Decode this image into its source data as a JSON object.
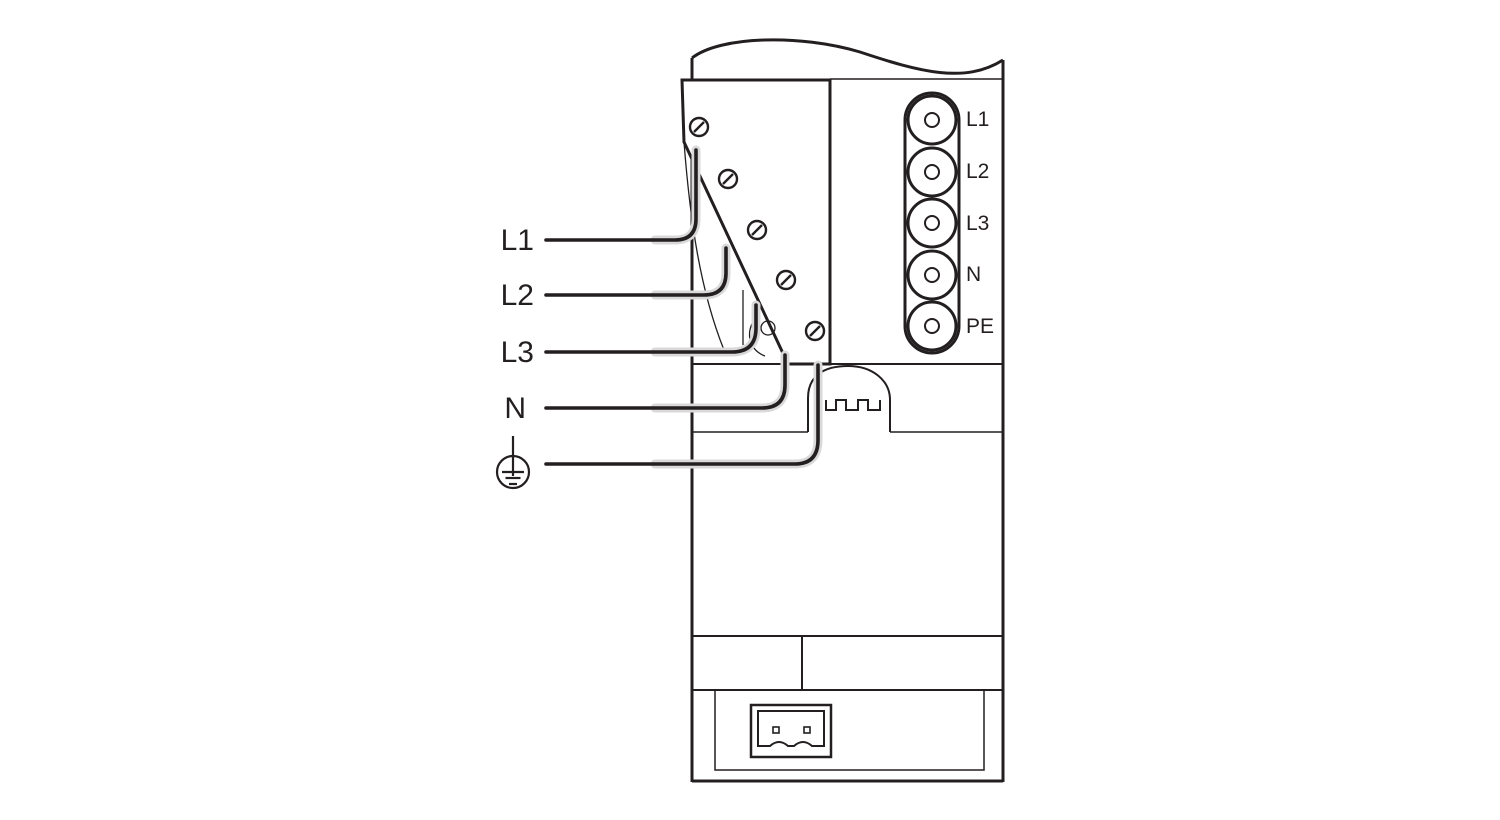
{
  "diagram": {
    "colors": {
      "stroke": "#231f20",
      "background": "#ffffff",
      "wire_halo": "#d9d9d9"
    },
    "wire_labels": [
      "L1",
      "L2",
      "L3",
      "N"
    ],
    "ground_symbol": "protective-earth-icon",
    "terminal_labels": [
      "L1",
      "L2",
      "L3",
      "N",
      "PE"
    ],
    "connector": "two-pin-plug-connector"
  }
}
